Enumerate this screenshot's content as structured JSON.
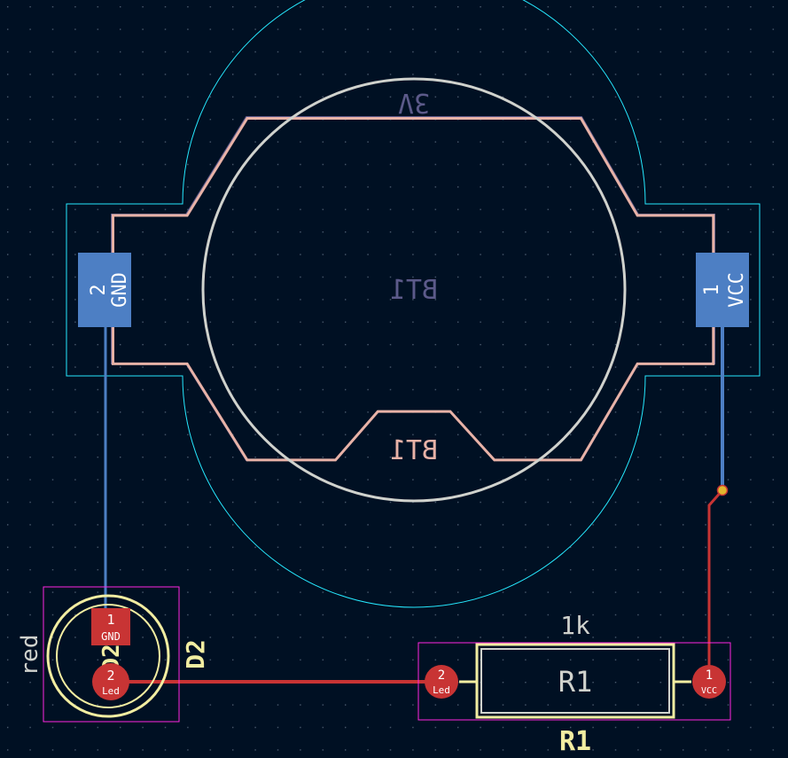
{
  "colors": {
    "background": "#001023",
    "grid": "#4a5a6e",
    "copper_front": "#c83434",
    "copper_back": "#4d7fc4",
    "pad_front": "#c83434",
    "pad_back": "#4d7fc4",
    "silk_front": "#f2eda1",
    "silk_back": "#e8b2a7",
    "fab_back": "#5c5a8a",
    "fab_outline": "#d0d2cd",
    "courtyard_front": "#ff26e2",
    "courtyard_back": "#26e9ff",
    "via_ring": "#e3b72e"
  },
  "footprints": {
    "bt1": {
      "ref_silk": "BT1",
      "ref_fab": "BT1",
      "value": "3V",
      "pads": [
        {
          "number": "2",
          "net": "GND"
        },
        {
          "number": "1",
          "net": "VCC"
        }
      ]
    },
    "d2": {
      "ref": "D2",
      "ref_fab": "D2",
      "value": "red",
      "pads": [
        {
          "number": "1",
          "net": "GND"
        },
        {
          "number": "2",
          "net": "Led"
        }
      ]
    },
    "r1": {
      "ref_silk": "R1",
      "ref_fab": "R1",
      "value": "1k",
      "pads": [
        {
          "number": "2",
          "net": "Led"
        },
        {
          "number": "1",
          "net": "VCC"
        }
      ]
    }
  }
}
